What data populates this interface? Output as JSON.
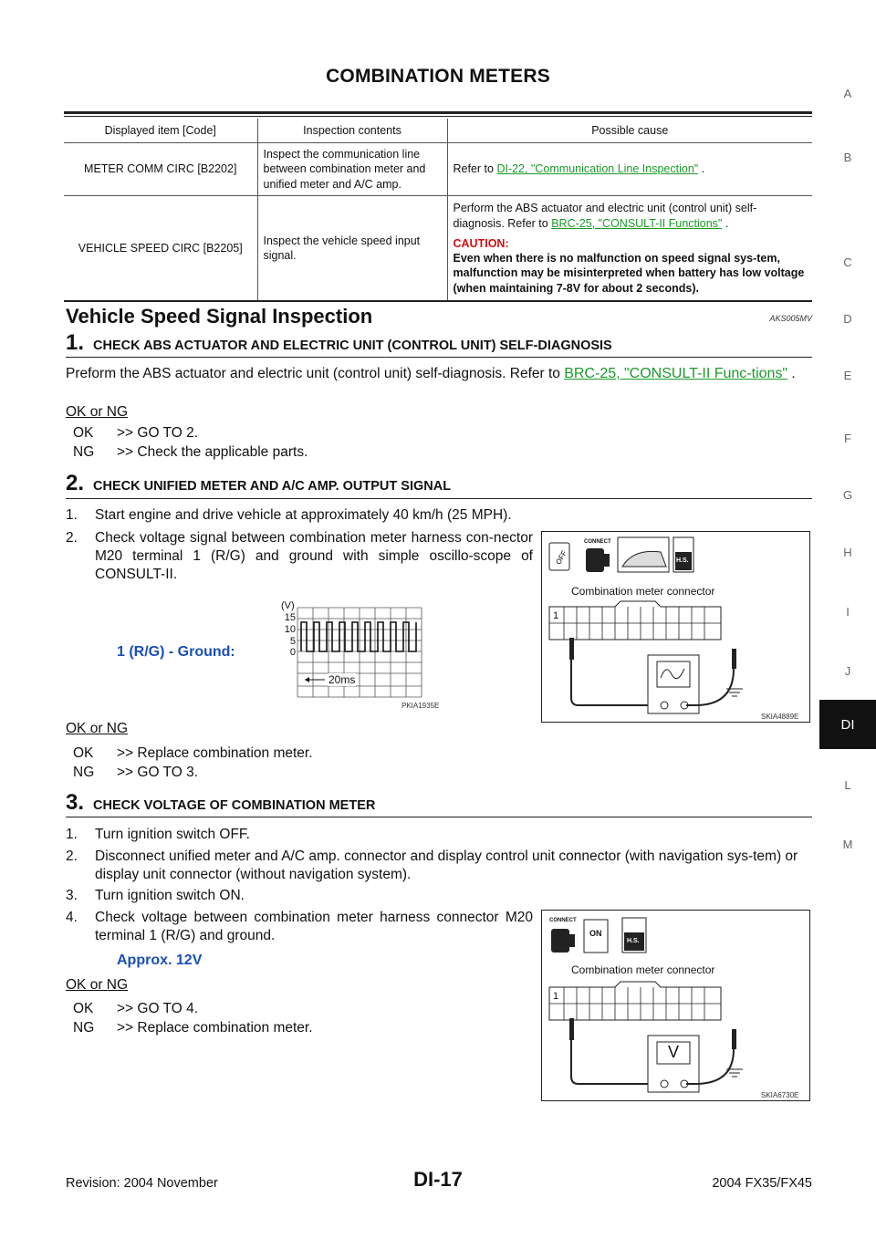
{
  "header": {
    "title": "COMBINATION METERS"
  },
  "index": {
    "letters": [
      "A",
      "B",
      "C",
      "D",
      "E",
      "F",
      "G",
      "H",
      "I",
      "J",
      "L",
      "M"
    ],
    "active": "DI"
  },
  "table": {
    "headers": [
      "Displayed item [Code]",
      "Inspection contents",
      "Possible cause"
    ],
    "rows": [
      {
        "item": "METER COMM CIRC [B2202]",
        "contents": "Inspect the communication line between combination meter and unified meter and A/C amp.",
        "cause_prefix": "Refer to ",
        "cause_link": "DI-22, \"Communication Line Inspection\"",
        "cause_suffix": " ."
      },
      {
        "item": "VEHICLE SPEED CIRC [B2205]",
        "contents": "Inspect the vehicle speed input signal.",
        "cause_prefix": "Perform the ABS actuator and electric unit (control unit) self-diagnosis. Refer to ",
        "cause_link": "BRC-25, \"CONSULT-II Functions\"",
        "cause_suffix": " .",
        "caution_head": "CAUTION:",
        "caution_text": "Even when there is no malfunction on speed signal sys-tem, malfunction may be misinterpreted when battery has low voltage (when maintaining 7-8V for about 2 seconds)."
      }
    ]
  },
  "section": {
    "title": "Vehicle Speed Signal Inspection",
    "code": "AKS005MV"
  },
  "steps": [
    {
      "num": "1.",
      "title": "CHECK ABS ACTUATOR AND ELECTRIC UNIT (CONTROL UNIT) SELF-DIAGNOSIS",
      "body_prefix": "Preform the ABS actuator and electric unit (control unit) self-diagnosis. Refer to ",
      "body_link": "BRC-25, \"CONSULT-II Func-tions\"",
      "body_suffix": " .",
      "okng": "OK or NG",
      "ok": ">> GO TO 2.",
      "ng": ">> Check the applicable parts."
    },
    {
      "num": "2.",
      "title": "CHECK UNIFIED METER AND A/C AMP. OUTPUT SIGNAL",
      "items": [
        "Start engine and drive vehicle at approximately 40 km/h (25 MPH).",
        "Check voltage signal between combination meter harness con-nector M20 terminal 1 (R/G) and ground with simple oscillo-scope of CONSULT-II."
      ],
      "spec_label": "1 (R/G) - Ground:",
      "scope": {
        "unit": "(V)",
        "ticks": [
          "15",
          "10",
          "5",
          "0"
        ],
        "time": "20ms",
        "fig_id": "PKIA1935E"
      },
      "okng": "OK or NG",
      "ok": ">> Replace combination meter.",
      "ng": ">> GO TO 3."
    },
    {
      "num": "3.",
      "title": "CHECK VOLTAGE OF COMBINATION METER",
      "items": [
        "Turn ignition switch OFF.",
        "Disconnect unified meter and A/C amp. connector and display control unit connector (with navigation sys-tem) or display unit connector (without navigation system).",
        "Turn ignition switch ON.",
        "Check voltage between combination meter harness connector M20 terminal 1 (R/G) and ground."
      ],
      "spec_value": "Approx. 12V",
      "okng": "OK or NG",
      "ok": ">> GO TO 4.",
      "ng": ">> Replace combination meter."
    }
  ],
  "figures": {
    "fig1": {
      "connect": "CONNECT",
      "hs": "H.S.",
      "connector_label": "Combination meter connector",
      "pin": "1",
      "id": "SKIA4889E"
    },
    "fig2": {
      "connect": "CONNECT",
      "on": "ON",
      "hs": "H.S.",
      "connector_label": "Combination meter connector",
      "pin": "1",
      "meter": "V",
      "id": "SKIA6730E"
    }
  },
  "ok_label": "OK",
  "ng_label": "NG",
  "footer": {
    "revision": "Revision: 2004 November",
    "page": "DI-17",
    "model": "2004 FX35/FX45"
  }
}
